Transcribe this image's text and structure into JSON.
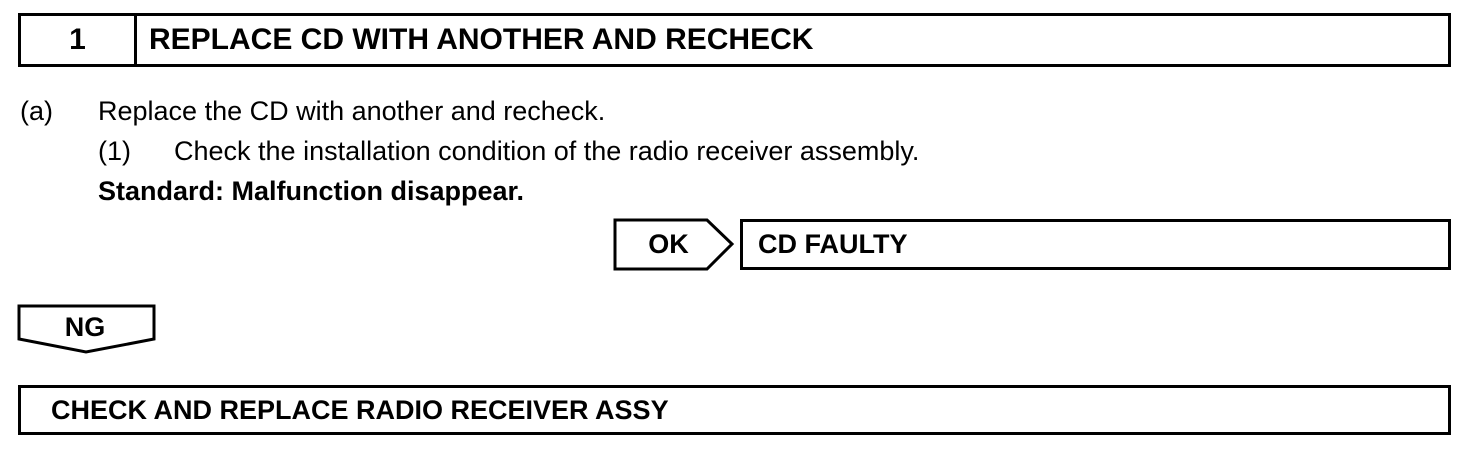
{
  "step": {
    "number": "1",
    "title": "REPLACE CD WITH ANOTHER AND RECHECK"
  },
  "instructions": {
    "item_a_marker": "(a)",
    "item_a_text": "Replace the CD with another and recheck.",
    "item_1_marker": "(1)",
    "item_1_text": "Check the installation condition of the radio receiver assembly.",
    "standard": "Standard: Malfunction disappear."
  },
  "ok_branch": {
    "label": "OK",
    "result": "CD FAULTY"
  },
  "ng_branch": {
    "label": "NG",
    "result": "CHECK AND REPLACE RADIO RECEIVER ASSY"
  }
}
